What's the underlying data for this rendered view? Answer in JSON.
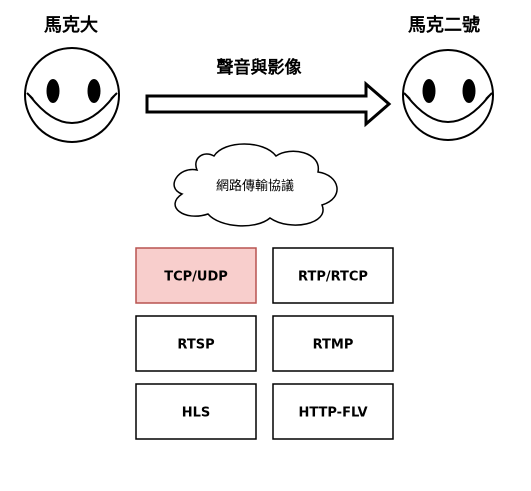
{
  "diagram": {
    "sender": {
      "name": "馬克大"
    },
    "receiver": {
      "name": "馬克二號"
    },
    "transfer": {
      "label": "聲音與影像"
    },
    "network": {
      "label": "網路傳輸協議"
    },
    "protocols": [
      {
        "label": "TCP/UDP",
        "highlighted": true
      },
      {
        "label": "RTP/RTCP",
        "highlighted": false
      },
      {
        "label": "RTSP",
        "highlighted": false
      },
      {
        "label": "RTMP",
        "highlighted": false
      },
      {
        "label": "HLS",
        "highlighted": false
      },
      {
        "label": "HTTP-FLV",
        "highlighted": false
      }
    ],
    "colors": {
      "highlight_fill": "#f8cecc",
      "highlight_stroke": "#b85450",
      "stroke": "#000000",
      "fill": "#ffffff"
    }
  }
}
